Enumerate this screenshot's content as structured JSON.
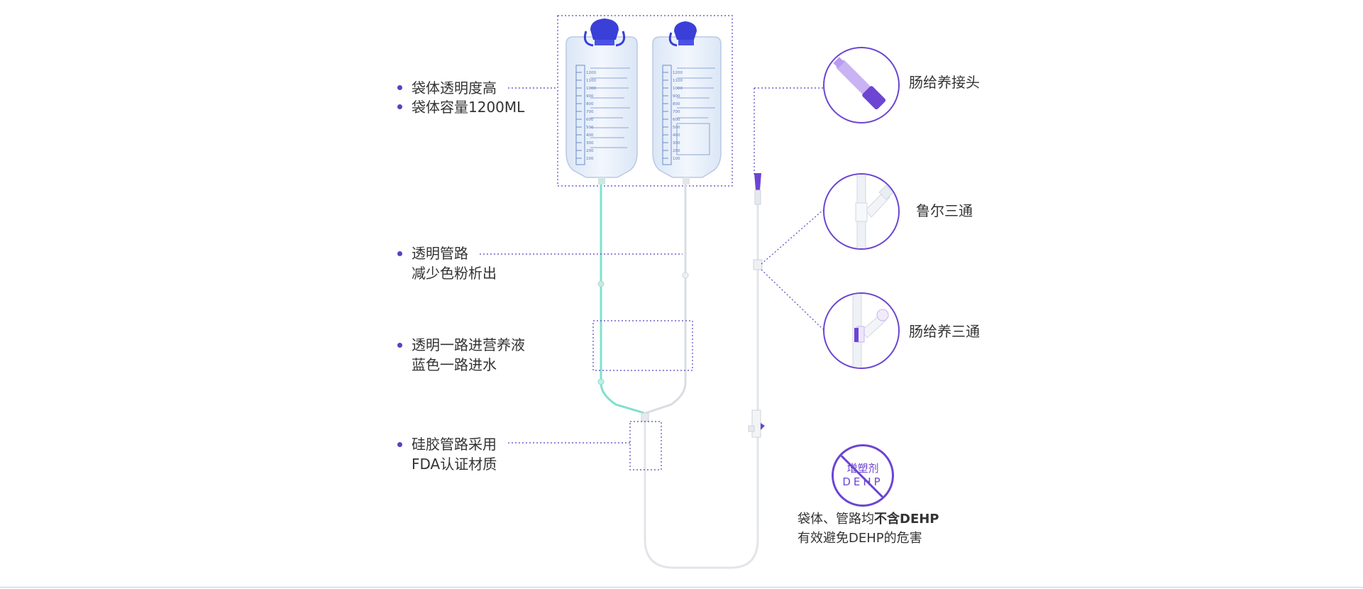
{
  "features_left": [
    {
      "lines": [
        "袋体透明度高"
      ]
    },
    {
      "lines": [
        "袋体容量1200ML"
      ]
    },
    {
      "lines": [
        "透明管路",
        "减少色粉析出"
      ]
    },
    {
      "lines": [
        "透明一路进营养液",
        "蓝色一路进水"
      ]
    },
    {
      "lines": [
        "硅胶管路采用",
        "FDA认证材质"
      ]
    }
  ],
  "parts_right": [
    {
      "label": "肠给养接头",
      "icon": "enteral-connector-icon"
    },
    {
      "label": "鲁尔三通",
      "icon": "luer-three-way-icon"
    },
    {
      "label": "肠给养三通",
      "icon": "enteral-three-way-icon"
    }
  ],
  "dehp": {
    "badge_line1": "增塑剂",
    "badge_line2": "DEHP",
    "note_line1_prefix": "袋体、管路均",
    "note_line1_bold": "不含DEHP",
    "note_line2": "有效避免DEHP的危害"
  },
  "bags": [
    {
      "scale_marks": [
        "1200",
        "1100",
        "1000",
        "900",
        "800",
        "700",
        "600",
        "500",
        "400",
        "300",
        "200",
        "100"
      ]
    },
    {
      "scale_marks": [
        "1200",
        "1100",
        "1000",
        "900",
        "800",
        "700",
        "600",
        "500",
        "400",
        "300",
        "200",
        "100"
      ]
    }
  ],
  "colors": {
    "accent": "#6c45d2",
    "bullet": "#5b3fc4",
    "tube_green": "#7fe0cf",
    "tube_clear": "#d9dde2",
    "cap_blue": "#3a3fd8",
    "bag_fill": "#e8f0fb"
  }
}
